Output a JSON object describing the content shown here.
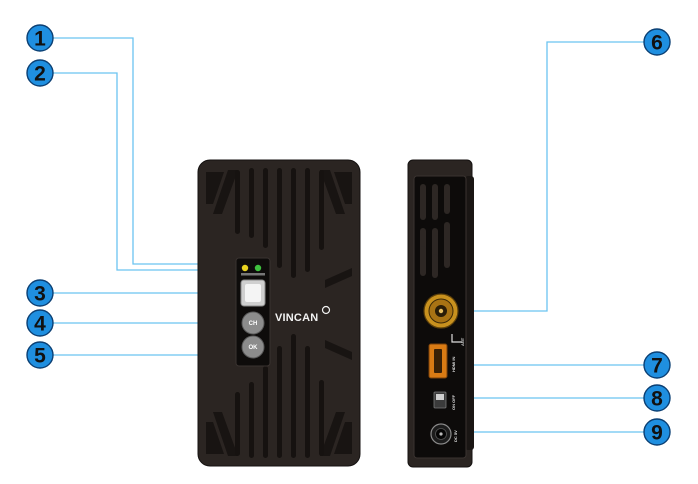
{
  "device": {
    "brand": "VINCAN",
    "buttons": {
      "ch": "CH",
      "ok": "OK"
    },
    "port_labels": {
      "hdmi": "HDMI IN",
      "switch": "ON OFF",
      "power": "DC 5V",
      "sma": "ANT"
    }
  },
  "callouts": [
    {
      "number": "1",
      "target": "led-indicator-yellow"
    },
    {
      "number": "2",
      "target": "led-indicator-green"
    },
    {
      "number": "3",
      "target": "display-window"
    },
    {
      "number": "4",
      "target": "ch-button"
    },
    {
      "number": "5",
      "target": "ok-button"
    },
    {
      "number": "6",
      "target": "antenna-connector"
    },
    {
      "number": "7",
      "target": "hdmi-port"
    },
    {
      "number": "8",
      "target": "power-switch"
    },
    {
      "number": "9",
      "target": "dc-power-jack"
    }
  ],
  "colors": {
    "callout_fill": "#1f8fe0",
    "leader_line": "#6bc4f0",
    "body": "#2b2522",
    "body_ridge": "#171311",
    "hdmi_port": "#d97b14",
    "led_yellow": "#e8d21f",
    "led_green": "#3fc23f"
  }
}
